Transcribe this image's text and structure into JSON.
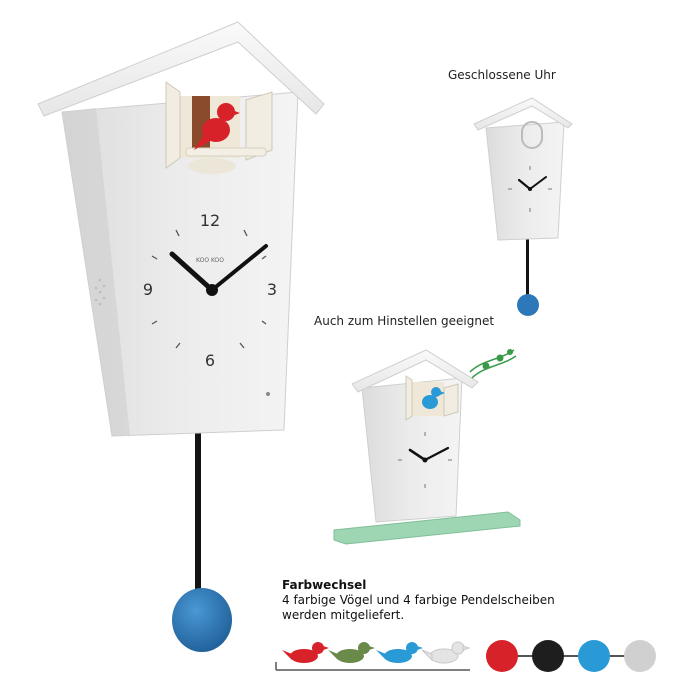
{
  "captions": {
    "closed": "Geschlossene Uhr",
    "standing": "Auch zum Hinstellen geeignet"
  },
  "color_change": {
    "title": "Farbwechsel",
    "description": "4 farbige Vögel und 4 farbige Pendelscheiben werden mitgeliefert."
  },
  "clock": {
    "dial_numbers": [
      "12",
      "3",
      "6",
      "9"
    ],
    "logo": "KOO KOO"
  },
  "colors": {
    "body": "#ececec",
    "roof": "#f6f6f6",
    "bird_main": "#d8222a",
    "pendulum_main": "#2d78b8",
    "bird_blue": "#2a9ad6",
    "base_green": "#9ed6b4",
    "notes_green": "#3a9a4a",
    "swatch_red": "#d8222a",
    "swatch_black": "#1e1e1e",
    "swatch_blue": "#2a9ad6",
    "swatch_grey": "#d0d0d0",
    "bird_green": "#6a8a4a",
    "bird_white": "#e4e4e4"
  },
  "birds": [
    "red",
    "green",
    "blue",
    "white"
  ],
  "pendulum_discs": [
    "red",
    "black",
    "blue",
    "grey"
  ]
}
